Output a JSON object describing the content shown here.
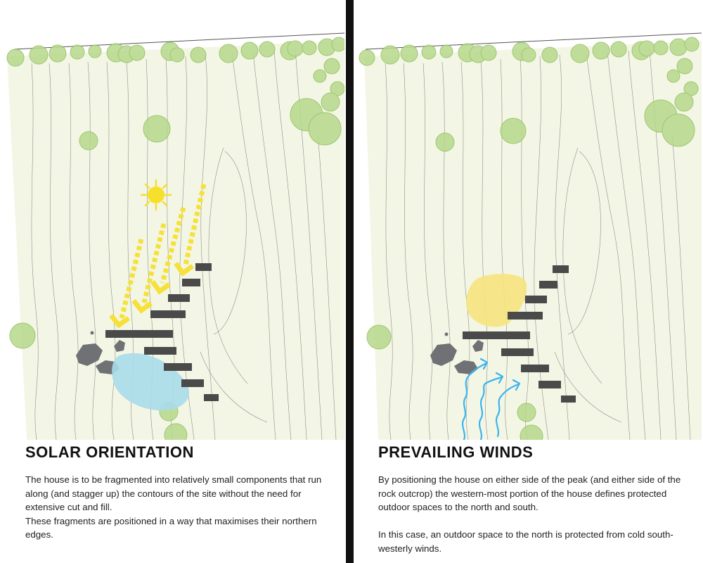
{
  "colors": {
    "terrain": "#f3f6e5",
    "contour": "#6d6d6d",
    "tree_fill": "#b7d98b",
    "tree_stroke": "#8fbe5e",
    "sun": "#f7e02b",
    "sun_arrow": "#f6e13a",
    "building": "#4a4a4a",
    "rock": "#6f7174",
    "outdoor_space": "#a9dce9",
    "protected_space": "#f6e47e",
    "wind_arrow": "#3ab4ef",
    "divider": "#111111"
  },
  "icons": {
    "sun": "sun-icon",
    "sun_arrows": "sun-ray-arrow-icon",
    "wind_arrows": "wind-arrow-icon",
    "trees": "tree-icon",
    "rocks": "rock-outcrop-icon",
    "buildings": "house-fragment-icon"
  },
  "panels": {
    "solar": {
      "title": "SOLAR ORIENTATION",
      "paragraphs": [
        "The house is to be fragmented into relatively small components that run along (and stagger up) the contours of the site without the need for extensive cut and fill.",
        "These fragments are positioned in a way that maximises their northern edges."
      ]
    },
    "winds": {
      "title": "PREVAILING WINDS",
      "paragraphs": [
        "By positioning the house on either side of the peak (and either side of the rock outcrop) the western-most portion of the house defines protected outdoor spaces to the north and south.",
        "In this case, an outdoor space to the north is protected from cold south-westerly winds."
      ]
    }
  }
}
